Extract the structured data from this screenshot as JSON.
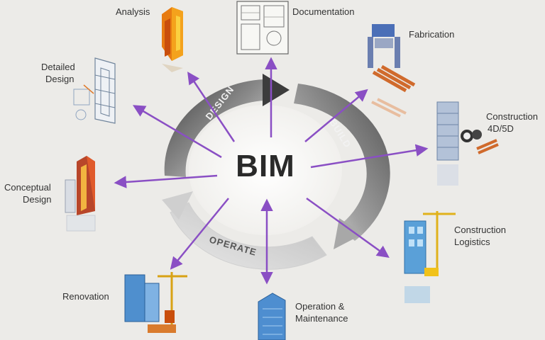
{
  "center": {
    "label": "BIM"
  },
  "cycle": {
    "design": "DESIGN",
    "build": "BUILD",
    "operate": "OPERATE"
  },
  "nodes": {
    "analysis": {
      "label": [
        "Analysis"
      ],
      "icon": "analysis-building-icon"
    },
    "documentation": {
      "label": [
        "Documentation"
      ],
      "icon": "blueprint-icon"
    },
    "fabrication": {
      "label": [
        "Fabrication"
      ],
      "icon": "fabrication-machine-icon"
    },
    "construction_4d5d": {
      "label": [
        "Construction",
        "4D/5D"
      ],
      "icon": "construction-scheduling-icon"
    },
    "construction_logistics": {
      "label": [
        "Construction",
        "Logistics"
      ],
      "icon": "crane-building-icon"
    },
    "operation_maintenance": {
      "label": [
        "Operation &",
        "Maintenance"
      ],
      "icon": "office-tower-icon"
    },
    "renovation": {
      "label": [
        "Renovation"
      ],
      "icon": "renovation-crane-icon"
    },
    "conceptual_design": {
      "label": [
        "Conceptual",
        "Design"
      ],
      "icon": "concept-massing-icon"
    },
    "detailed_design": {
      "label": [
        "Detailed",
        "Design"
      ],
      "icon": "detailed-model-icon"
    }
  },
  "colors": {
    "arrow": "#8a4fc4",
    "ring_dark": "#4a4a4a",
    "ring_light": "#d8d8d8",
    "background": "#ecebe8"
  }
}
